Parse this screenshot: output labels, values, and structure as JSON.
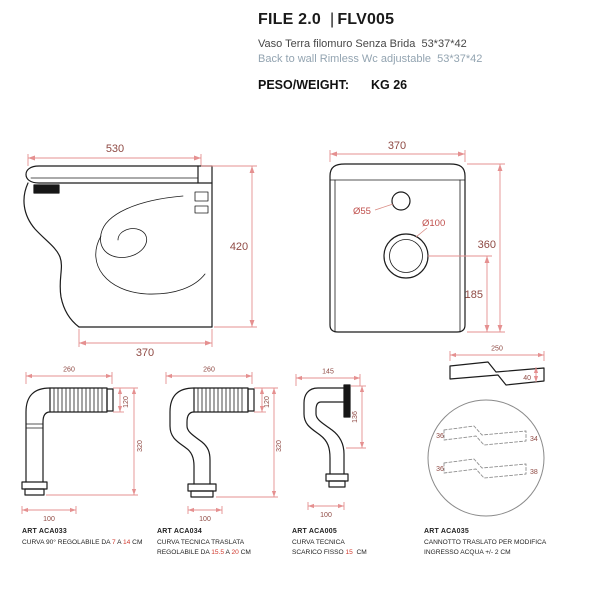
{
  "header": {
    "title_model": "FILE 2.0",
    "title_sep": "|",
    "title_code": "FLV005",
    "subtitle_it": "Vaso Terra filomuro Senza Brida  53*37*42",
    "subtitle_en": "Back to wall Rimless Wc adjustable  53*37*42",
    "weight_label": "PESO/WEIGHT:",
    "weight_value": "KG 26"
  },
  "colors": {
    "line_art": "#1c1c1c",
    "dim_line": "#e59090",
    "dim_text": "#8f4a44",
    "accent_red": "#d03a2e",
    "subtitle_gray_blue": "#93a4b1"
  },
  "side_view": {
    "dim_top": "530",
    "dim_right": "420",
    "dim_bottom": "370"
  },
  "front_view": {
    "dim_top": "370",
    "dim_right": "360",
    "dim_lower": "185",
    "hole_small": "Ø55",
    "hole_big": "Ø100"
  },
  "acc1": {
    "art": "ART ACA033",
    "dim_top": "260",
    "dim_h1": "120",
    "dim_h2": "320",
    "dim_bottom": "100",
    "cap_p1": "CURVA 90° REGOLABILE DA ",
    "cap_r1": "7",
    "cap_p2": " A ",
    "cap_r2": "14",
    "cap_p3": " CM"
  },
  "acc2": {
    "art": "ART ACA034",
    "dim_top": "260",
    "dim_h1": "120",
    "dim_h2": "320",
    "dim_bottom": "100",
    "cap_l1": "CURVA TECNICA TRASLATA",
    "cap_p1": "REGOLABILE DA ",
    "cap_r1": "15.5",
    "cap_p2": " A ",
    "cap_r2": "20",
    "cap_p3": " CM"
  },
  "acc3": {
    "art": "ART ACA005",
    "dim_top": "145",
    "dim_h1": "136",
    "dim_bottom": "100",
    "cap_l1": "CURVA TECNICA",
    "cap_p1": "SCARICO FISSO ",
    "cap_r1": "15",
    "cap_p2": "  CM"
  },
  "acc4": {
    "art": "ART ACA035",
    "dim_top": "250",
    "dim_w": "40",
    "s1_left": "36",
    "s1_right": "34",
    "s2_left": "36",
    "s2_right": "38",
    "cap_l1": "CANNOTTO TRASLATO PER MODIFICA",
    "cap_l2": "INGRESSO ACQUA +/- 2 CM"
  }
}
